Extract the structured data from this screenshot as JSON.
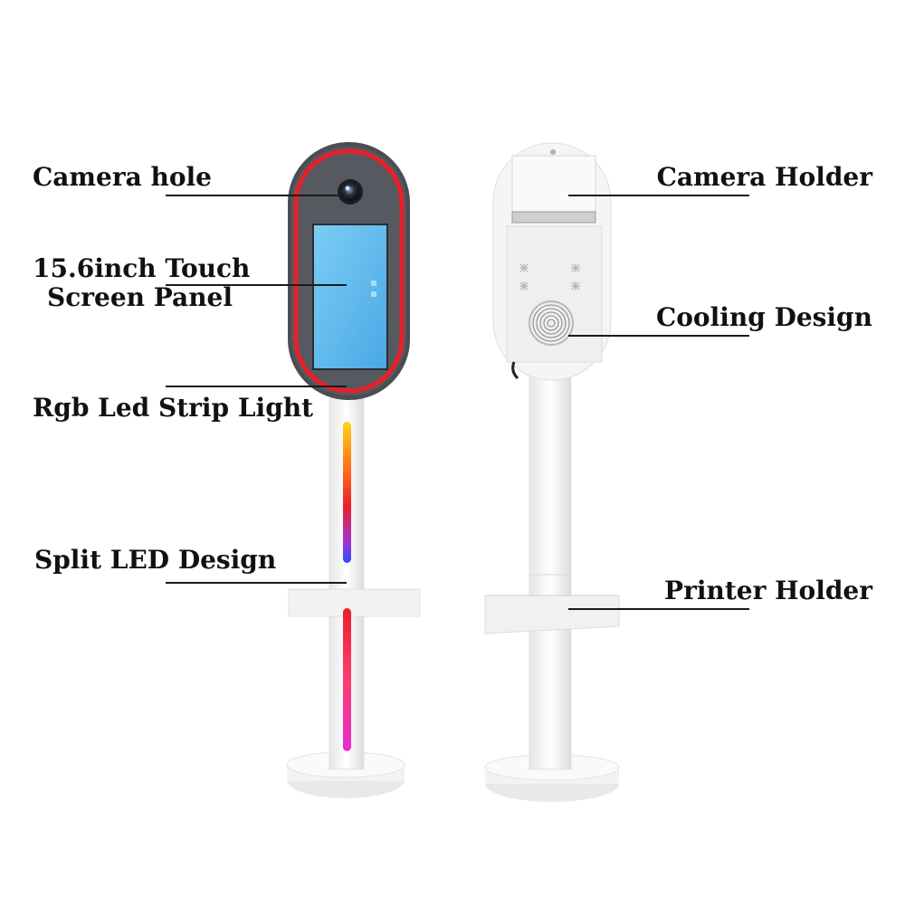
{
  "labels": {
    "camera_hole": "Camera hole",
    "touch_screen_line1": "15.6inch Touch",
    "touch_screen_line2": "Screen Panel",
    "rgb_led": "Rgb Led Strip Light",
    "split_led": "Split LED Design",
    "camera_holder": "Camera Holder",
    "cooling_design": "Cooling Design",
    "printer_holder": "Printer Holder"
  },
  "colors": {
    "led_ring": "#e8202a",
    "screen": "#6fc3f0",
    "shell": "#4a4d52",
    "body_white": "#f4f4f4"
  }
}
